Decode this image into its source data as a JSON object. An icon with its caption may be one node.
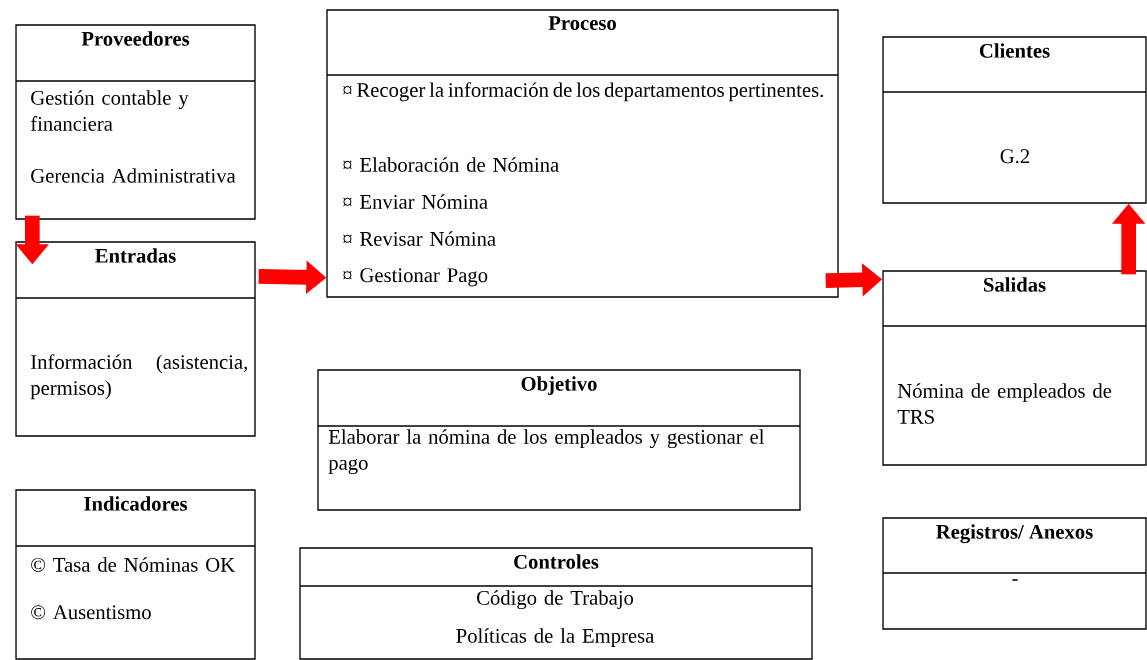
{
  "diagram": {
    "nodes": [
      {
        "text": [
          "Proveedores",
          "Gestión contable y financiera",
          "Gerencia Administrativa"
        ]
      },
      {
        "text": [
          "Proceso",
          "¤ Recoger la información de los departamentos pertinentes.",
          "¤ Elaboración de Nómina",
          "¤ Enviar Nómina",
          "¤ Revisar Nómina",
          "¤ Gestionar Pago"
        ]
      },
      {
        "text": [
          "Clientes",
          "G.2"
        ]
      },
      {
        "text": [
          "Entradas",
          "Información (asistencia, permisos)"
        ]
      },
      {
        "text": [
          "Salidas",
          "Nómina de empleados de TRS"
        ]
      },
      {
        "text": [
          "Objetivo",
          "Elaborar la nómina de los empleados y gestionar el pago"
        ]
      },
      {
        "text": [
          "Indicadores",
          "© Tasa de Nóminas OK",
          "© Ausentismo"
        ]
      },
      {
        "text": [
          "Controles",
          "Código de Trabajo",
          "Políticas de la Empresa"
        ]
      },
      {
        "text": [
          "Registros/ Anexos",
          "-"
        ]
      }
    ],
    "edges": [
      {
        "from": 0,
        "to": 3,
        "arrow": "to"
      },
      {
        "from": 3,
        "to": 1,
        "arrow": "to"
      },
      {
        "from": 1,
        "to": 4,
        "arrow": "to"
      },
      {
        "from": 4,
        "to": 2,
        "arrow": "to"
      }
    ]
  }
}
